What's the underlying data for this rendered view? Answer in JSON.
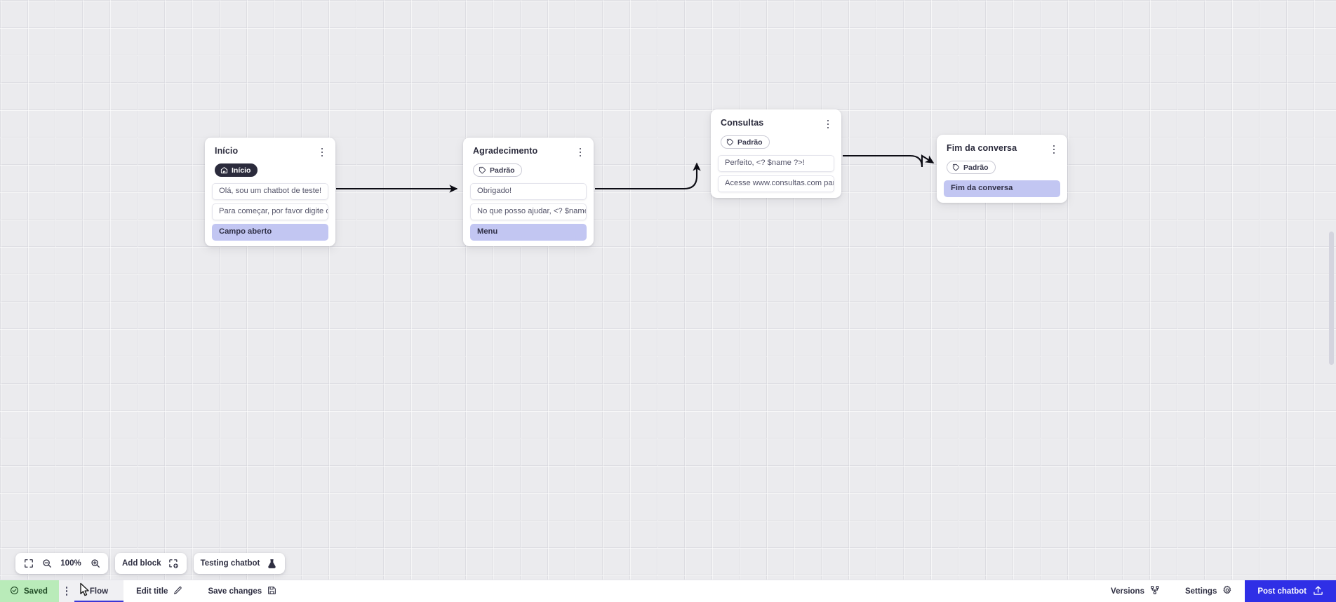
{
  "flow": {
    "nodes": [
      {
        "id": "inicio",
        "title": "Início",
        "tag": {
          "label": "Início",
          "icon": "home-icon",
          "style": "home"
        },
        "rows": [
          {
            "text": "Olá, sou um chatbot de teste!",
            "type": "message"
          },
          {
            "text": "Para começar, por favor digite o ...",
            "type": "message"
          },
          {
            "text": "Campo aberto",
            "type": "action"
          }
        ]
      },
      {
        "id": "agradecimento",
        "title": "Agradecimento",
        "tag": {
          "label": "Padrão",
          "icon": "tag-icon",
          "style": "default"
        },
        "rows": [
          {
            "text": "Obrigado!",
            "type": "message"
          },
          {
            "text": "No que posso ajudar, <? $name ...",
            "type": "message"
          },
          {
            "text": "Menu",
            "type": "action"
          }
        ]
      },
      {
        "id": "consultas",
        "title": "Consultas",
        "tag": {
          "label": "Padrão",
          "icon": "tag-icon",
          "style": "default"
        },
        "rows": [
          {
            "text": "Perfeito, <? $name ?>!",
            "type": "message"
          },
          {
            "text": "Acesse www.consultas.com par...",
            "type": "message"
          }
        ]
      },
      {
        "id": "fim",
        "title": "Fim da conversa",
        "tag": {
          "label": "Padrão",
          "icon": "tag-icon",
          "style": "default"
        },
        "rows": [
          {
            "text": "Fim da conversa",
            "type": "action"
          }
        ]
      }
    ]
  },
  "toolbar": {
    "fullscreen_icon": "fullscreen-icon",
    "zoom_out_icon": "zoom-out-icon",
    "zoom_level": "100%",
    "zoom_in_icon": "zoom-in-icon",
    "add_block_label": "Add block",
    "add_block_icon": "add-block-icon",
    "testing_label": "Testing chatbot",
    "testing_icon": "flask-icon"
  },
  "statusbar": {
    "saved_label": "Saved",
    "saved_icon": "check-circle-icon",
    "drag_handle_icon": "drag-dots-icon",
    "flow_tab_label": "Flow",
    "edit_title_label": "Edit title",
    "edit_title_icon": "pencil-icon",
    "save_changes_label": "Save changes",
    "save_changes_icon": "save-icon",
    "versions_label": "Versions",
    "versions_icon": "branch-icon",
    "settings_label": "Settings",
    "settings_icon": "gear-icon",
    "post_label": "Post chatbot",
    "post_icon": "upload-icon"
  },
  "colors": {
    "canvas_bg": "#ebebee",
    "accent_blue": "#2f2fe6",
    "saved_green": "#b9ebb9",
    "action_purple": "#c2c6f2",
    "node_dark": "#2b2b3c"
  }
}
